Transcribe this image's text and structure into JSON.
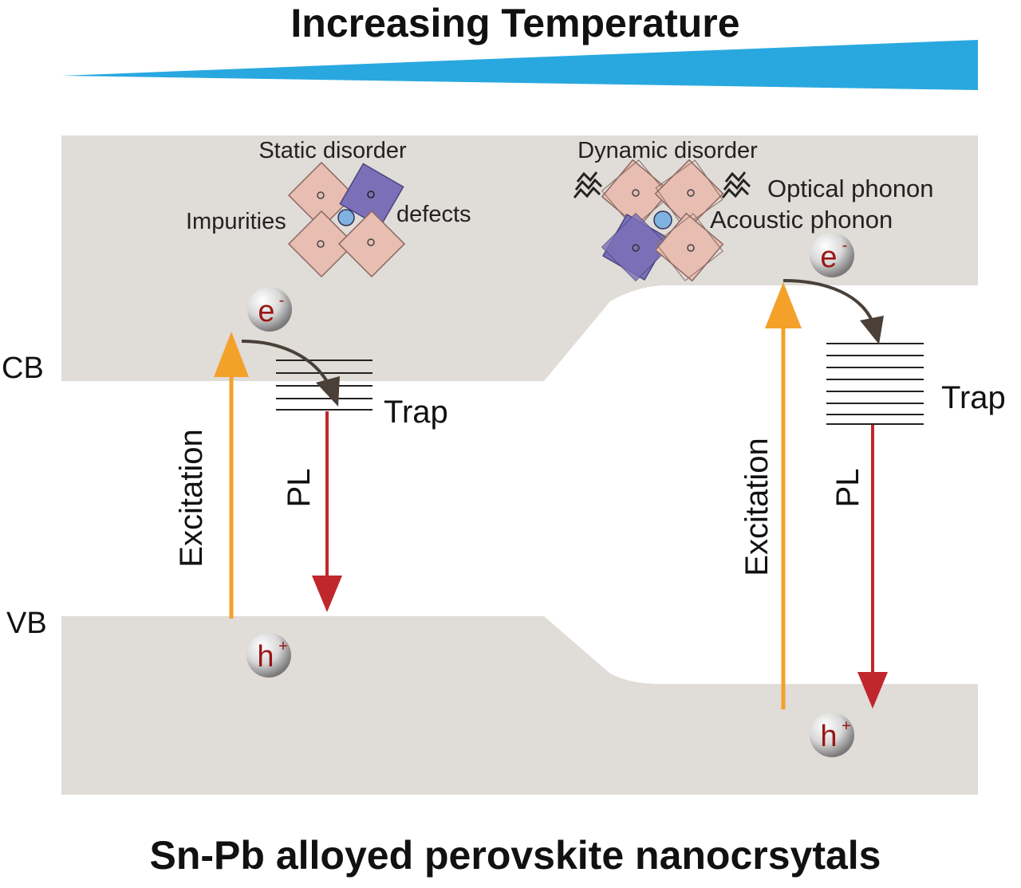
{
  "header": {
    "title": "Increasing Temperature"
  },
  "footer": {
    "caption": "Sn-Pb alloyed perovskite nanocrsytals"
  },
  "bands": {
    "cb_label": "CB",
    "vb_label": "VB"
  },
  "left_panel": {
    "disorder_label": "Static disorder",
    "impurities_label": "Impurities",
    "defects_label": "defects",
    "trap_label": "Trap",
    "excitation_label": "Excitation",
    "pl_label": "PL",
    "electron": {
      "base": "e",
      "sup": "-"
    },
    "hole": {
      "base": "h",
      "sup": "+"
    }
  },
  "right_panel": {
    "disorder_label": "Dynamic disorder",
    "optical_phonon_label": "Optical phonon",
    "acoustic_phonon_label": "Acoustic phonon",
    "trap_label": "Trap",
    "excitation_label": "Excitation",
    "pl_label": "PL",
    "electron": {
      "base": "e",
      "sup": "-"
    },
    "hole": {
      "base": "h",
      "sup": "+"
    }
  },
  "colors": {
    "band_fill": "#e0dcd8",
    "temperature_wedge": "#29a8e0",
    "excitation_arrow": "#f4a12a",
    "pl_arrow": "#c0272d",
    "transfer_arrow": "#4a4038",
    "octahedron_pink": "#e8bdb2",
    "octahedron_purple": "#7b70b8",
    "center_atom": "#7fb2e0"
  }
}
